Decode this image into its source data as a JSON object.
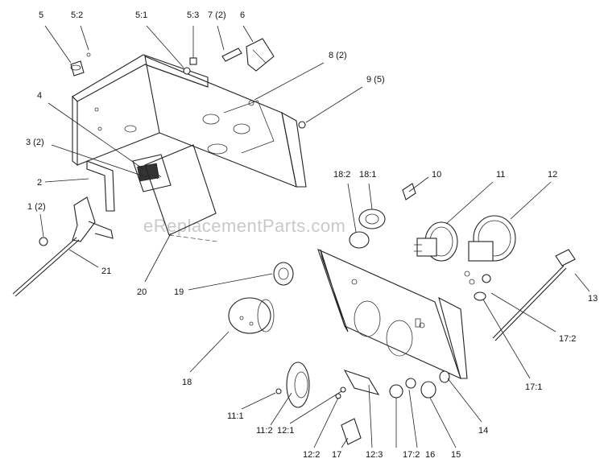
{
  "watermark": "eReplacementParts.com",
  "labels": [
    "5",
    "5:2",
    "5:1",
    "5:3",
    "7 (2)",
    "6",
    "8 (2)",
    "9 (5)",
    "4",
    "3 (2)",
    "2",
    "1 (2)",
    "21",
    "20",
    "19",
    "18",
    "18:2",
    "18:1",
    "10",
    "11",
    "12",
    "13",
    "17:2",
    "17:1",
    "14",
    "15",
    "17:2",
    "16",
    "12:3",
    "17",
    "12:2",
    "12:1",
    "11:2",
    "11:1"
  ]
}
